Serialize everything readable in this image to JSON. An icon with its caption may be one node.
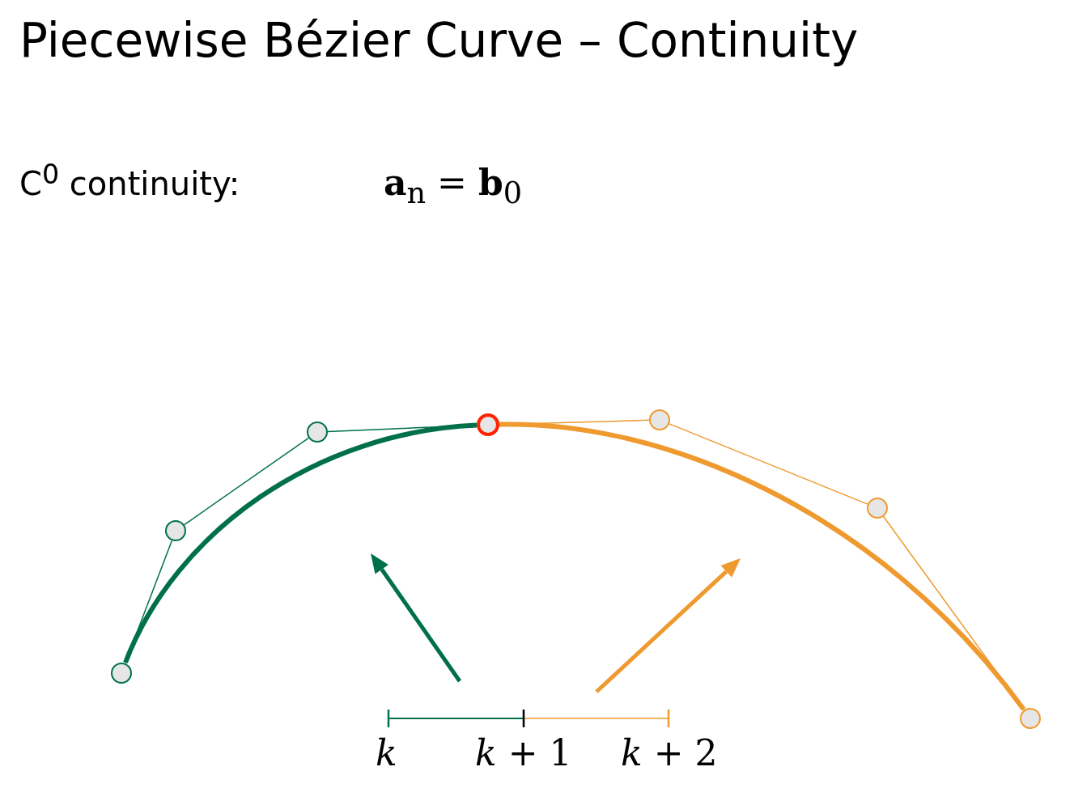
{
  "diagram": {
    "title": "Piecewise Bézier Curve – Continuity",
    "nodes": [
      {
        "text": [],
        "shape": "circle"
      },
      {
        "text": [],
        "shape": "circle"
      },
      {
        "text": [],
        "shape": "circle"
      },
      {
        "text": [],
        "shape": "circle"
      },
      {
        "text": [],
        "shape": "circle"
      },
      {
        "text": [],
        "shape": "circle"
      },
      {
        "text": [],
        "shape": "circle"
      }
    ],
    "edges": [
      {
        "from": 0,
        "to": 1,
        "arrow": "none",
        "color": "#00704a"
      },
      {
        "from": 1,
        "to": 2,
        "arrow": "none",
        "color": "#00704a"
      },
      {
        "from": 2,
        "to": 3,
        "arrow": "none",
        "color": "#00704a"
      },
      {
        "from": 3,
        "to": 4,
        "arrow": "none",
        "color": "#ee9a2f"
      },
      {
        "from": 4,
        "to": 5,
        "arrow": "none",
        "color": "#ee9a2f"
      },
      {
        "from": 5,
        "to": 6,
        "arrow": "none",
        "color": "#ee9a2f"
      },
      {
        "from": 0,
        "to": 3,
        "arrow": "none",
        "style": "thick",
        "color": "#00704a"
      },
      {
        "from": 3,
        "to": 6,
        "arrow": "none",
        "style": "thick",
        "color": "#ee9a2f"
      }
    ],
    "labels": [
      "C$^{0}$ continuity:",
      "**a**$_{n}$ = **b**$_{0}$",
      "*k*",
      "*k* + 1",
      "*k* + 2"
    ]
  }
}
